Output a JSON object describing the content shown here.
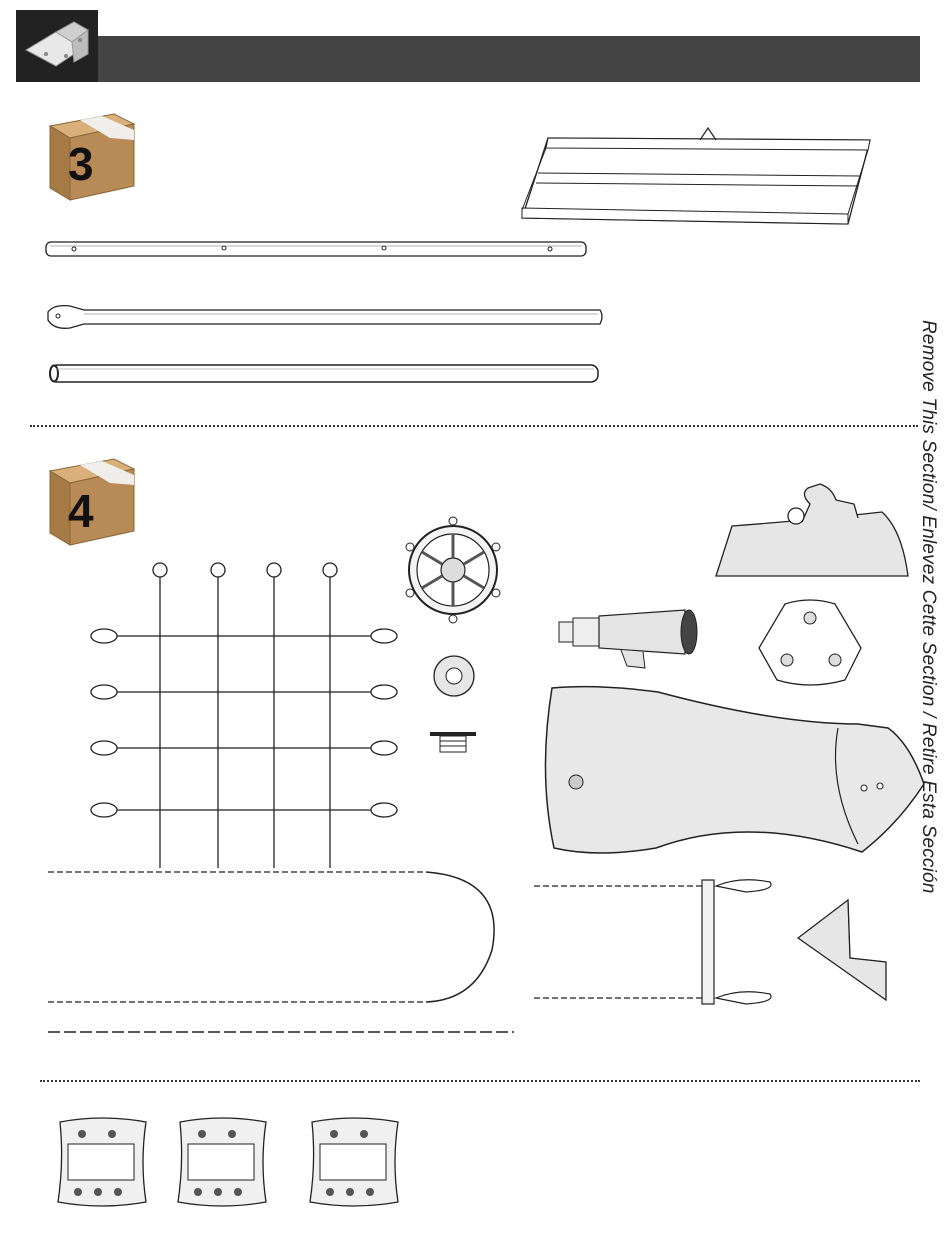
{
  "header": {
    "title": ""
  },
  "boxes": [
    {
      "number": "3"
    },
    {
      "number": "4"
    }
  ],
  "side_note": {
    "text": "Remove This Section/ Enlevez Cette Section / Retire Esta Sección"
  },
  "colors": {
    "header_bar": "#444444",
    "box_brown": "#b88a55",
    "box_tape": "#f2f2f2"
  }
}
